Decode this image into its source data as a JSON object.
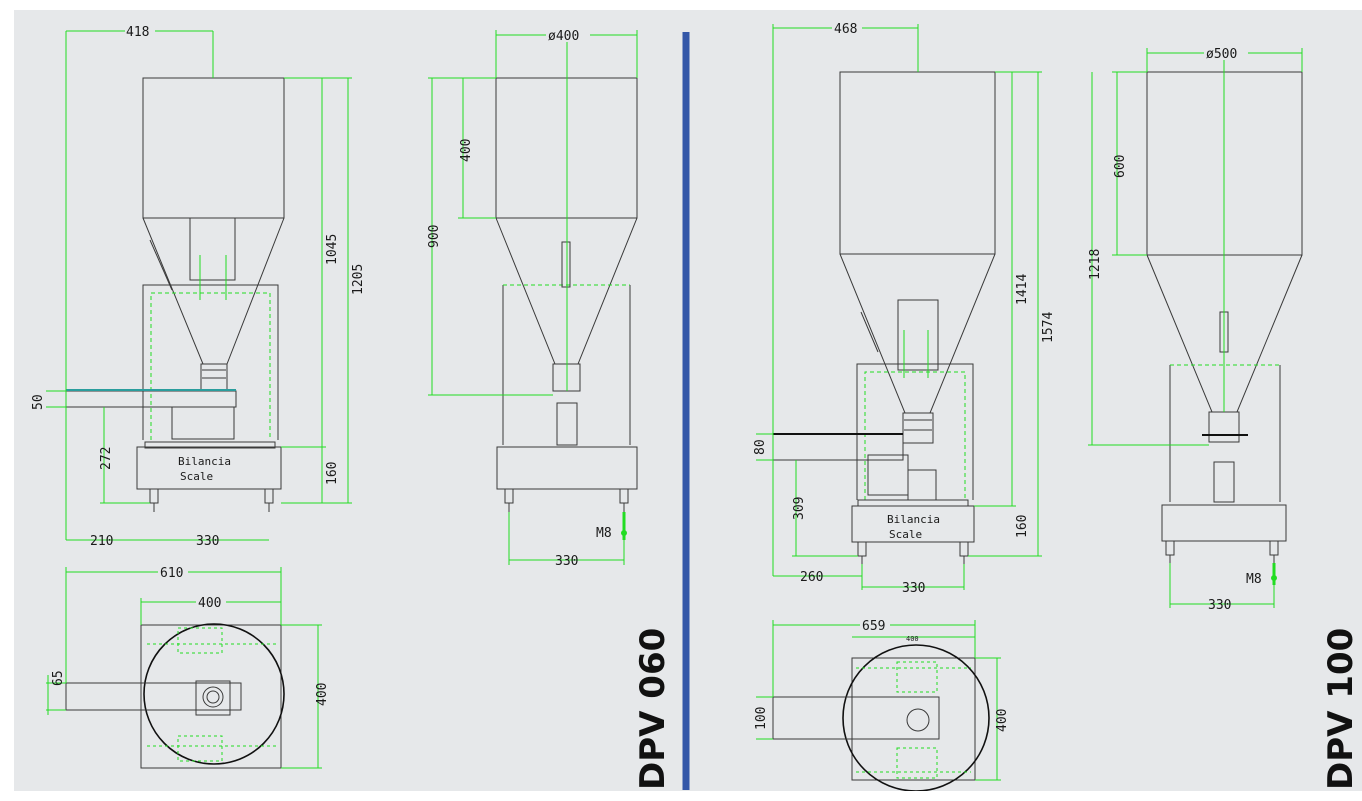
{
  "colors": {
    "background": "#e6e8ea",
    "outline": "#3a3a3a",
    "dimension": "#22dd22",
    "separator": "#3457a8",
    "conveyor": "#2a9d9d"
  },
  "models": [
    {
      "title": "DPV 060",
      "front": {
        "width": "418",
        "total_height": "1205",
        "frame_height": "1045",
        "scale_height": "160",
        "conveyor_thickness": "50",
        "conveyor_height": "272",
        "overhang": "210",
        "feet_spacing": "330",
        "scale_label_1": "Bilancia",
        "scale_label_2": "Scale"
      },
      "side": {
        "diameter": "ø400",
        "cone_height": "400",
        "hopper_height": "900",
        "bolt": "M8",
        "feet_spacing": "330"
      },
      "top": {
        "length": "610",
        "plate_width": "400",
        "plate_height": "400",
        "conveyor_width": "65"
      }
    },
    {
      "title": "DPV 100",
      "front": {
        "width": "468",
        "total_height": "1574",
        "frame_height": "1414",
        "scale_height": "160",
        "conveyor_thickness": "80",
        "conveyor_height": "309",
        "overhang": "260",
        "feet_spacing": "330",
        "scale_label_1": "Bilancia",
        "scale_label_2": "Scale"
      },
      "side": {
        "diameter": "ø500",
        "cone_height": "600",
        "hopper_height": "1218",
        "bolt": "M8",
        "feet_spacing": "330"
      },
      "top": {
        "length": "659",
        "plate_width": "400",
        "plate_height": "400",
        "conveyor_width": "100"
      }
    }
  ]
}
